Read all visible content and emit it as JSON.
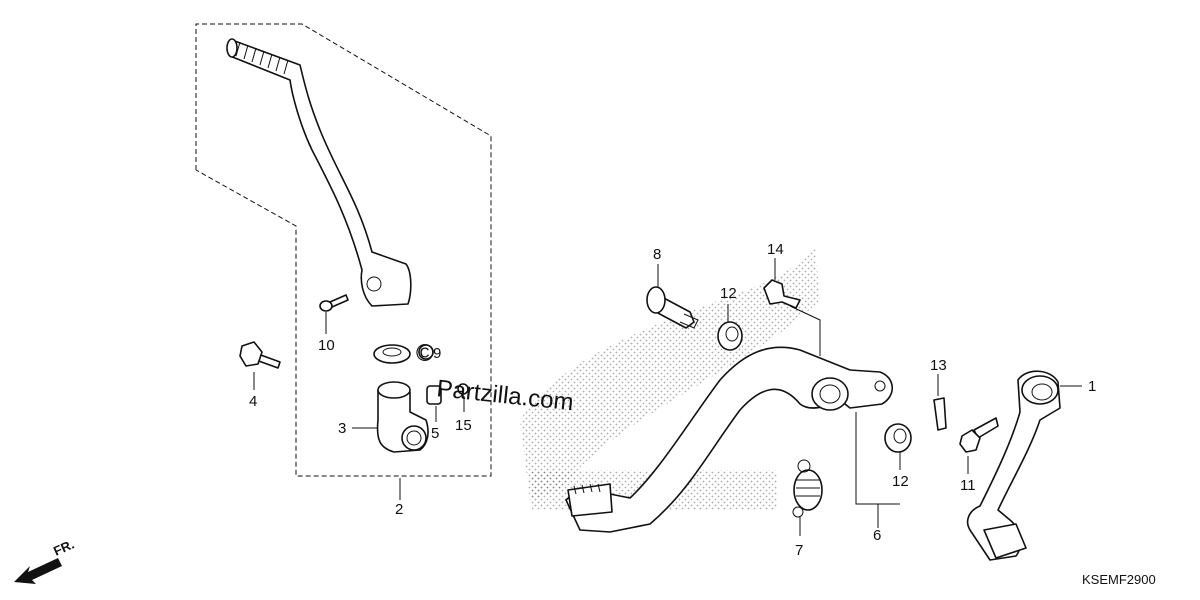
{
  "watermark": "Partzilla.com",
  "diagram_code": "KSEMF2900",
  "front_indicator": "FR.",
  "callouts": {
    "c1": "1",
    "c2": "2",
    "c3": "3",
    "c4": "4",
    "c5": "5",
    "c6": "6",
    "c7": "7",
    "c8": "8",
    "c9": "9",
    "c10": "10",
    "c11": "11",
    "c12a": "12",
    "c12b": "12",
    "c13": "13",
    "c14": "14",
    "c15": "15"
  }
}
